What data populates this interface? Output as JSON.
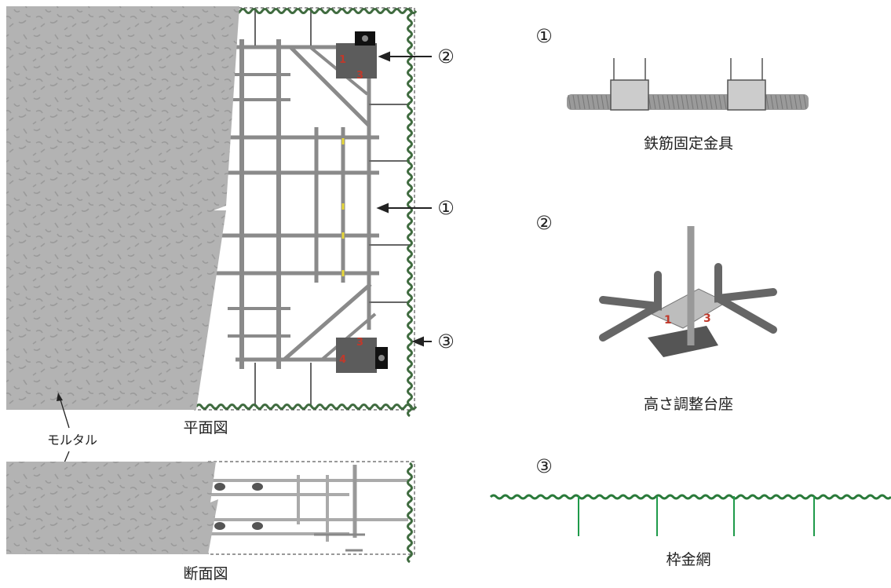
{
  "plan_view": {
    "title": "平面図",
    "markers": [
      "②",
      "①",
      "③"
    ]
  },
  "section_view": {
    "title": "断面図"
  },
  "mortar_label": "モルタル",
  "parts": [
    {
      "number": "①",
      "name": "鉄筋固定金具"
    },
    {
      "number": "②",
      "name": "高さ調整台座"
    },
    {
      "number": "③",
      "name": "枠金網"
    }
  ],
  "plate_numbers": [
    "1",
    "3",
    "3",
    "4"
  ],
  "colors": {
    "mortar": "#b3b3b3",
    "rebar": "#8a8a8a",
    "mesh": "#3f6b3f",
    "mesh_bright": "#1f9a4a",
    "plate": "#5c5c5c",
    "marker": "#c0392b",
    "tape": "#e8d838"
  }
}
